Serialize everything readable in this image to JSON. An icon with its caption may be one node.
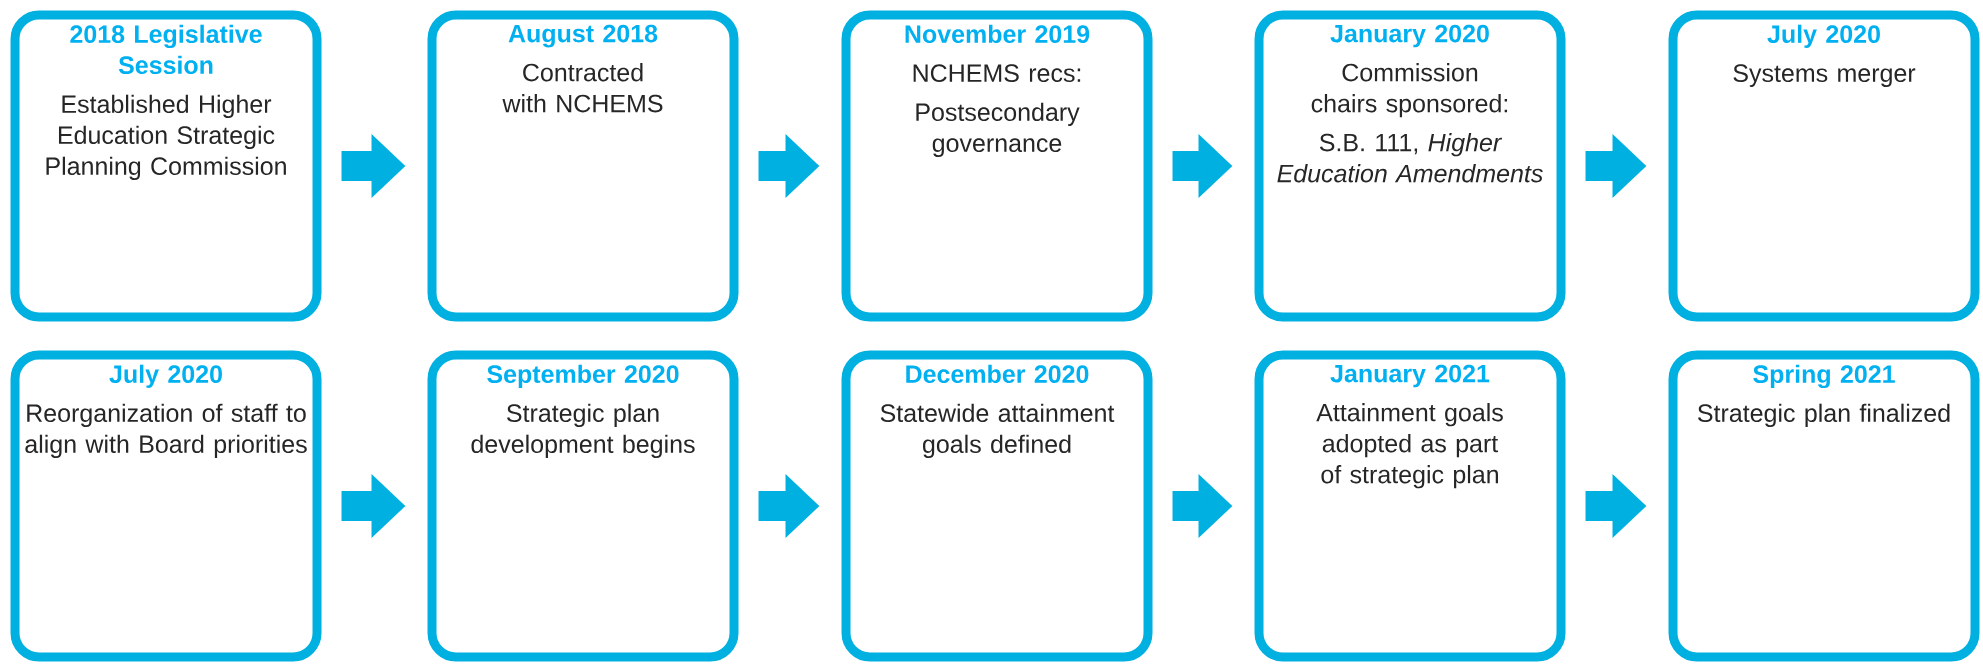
{
  "diagram": {
    "nodes": [
      {
        "text": [
          "2018 Legislative Session",
          "Established Higher Education Strategic Planning Commission"
        ]
      },
      {
        "text": [
          "August 2018",
          "Contracted with NCHEMS"
        ]
      },
      {
        "text": [
          "November 2019",
          "NCHEMS recs:",
          "Postsecondary governance"
        ]
      },
      {
        "text": [
          "January 2020",
          "Commission chairs sponsored:",
          "S.B. 111, *Higher Education Amendments*"
        ]
      },
      {
        "text": [
          "July 2020",
          "Systems merger"
        ]
      },
      {
        "text": [
          "July 2020",
          "Reorganization of staff to align with Board priorities"
        ]
      },
      {
        "text": [
          "September 2020",
          "Strategic plan development begins"
        ]
      },
      {
        "text": [
          "December 2020",
          "Statewide attainment goals defined"
        ]
      },
      {
        "text": [
          "January 2021",
          "Attainment goals adopted as part of strategic plan"
        ]
      },
      {
        "text": [
          "Spring 2021",
          "Strategic plan finalized"
        ]
      }
    ],
    "edges": [
      {
        "from": 0,
        "to": 1,
        "arrow": "to"
      },
      {
        "from": 1,
        "to": 2,
        "arrow": "to"
      },
      {
        "from": 2,
        "to": 3,
        "arrow": "to"
      },
      {
        "from": 3,
        "to": 4,
        "arrow": "to"
      },
      {
        "from": 5,
        "to": 6,
        "arrow": "to"
      },
      {
        "from": 6,
        "to": 7,
        "arrow": "to"
      },
      {
        "from": 7,
        "to": 8,
        "arrow": "to"
      },
      {
        "from": 8,
        "to": 9,
        "arrow": "to"
      }
    ]
  }
}
